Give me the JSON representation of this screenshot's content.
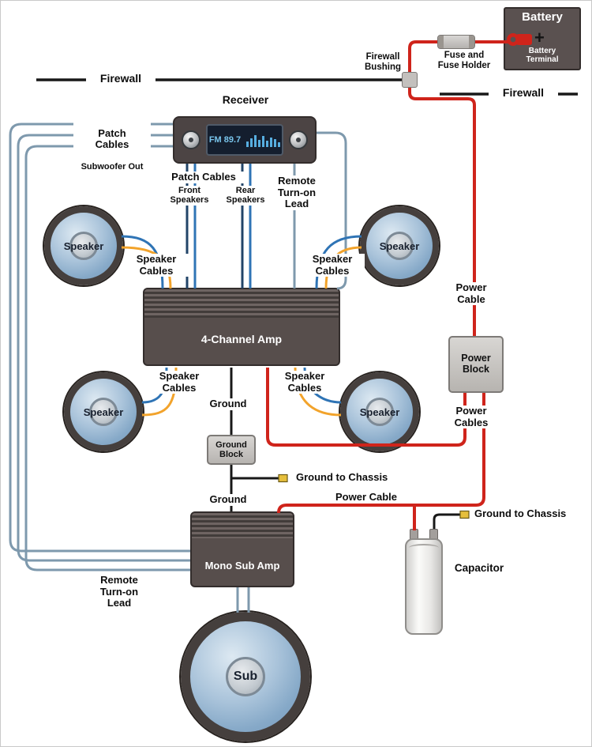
{
  "battery": {
    "label": "Battery",
    "terminal_label": "Battery\nTerminal",
    "plus_sign": "+"
  },
  "power_path": {
    "fuse_label": "Fuse and\nFuse Holder",
    "bushing_label": "Firewall\nBushing",
    "firewall_left": "Firewall",
    "firewall_right": "Firewall",
    "power_cable_right": "Power\nCable",
    "power_block": "Power\nBlock",
    "power_cables": "Power\nCables",
    "power_cable_bottom": "Power Cable"
  },
  "receiver": {
    "label": "Receiver",
    "display_text": "FM 89.7"
  },
  "cables": {
    "patch_left_title": "Patch\nCables",
    "patch_left_sub": "Subwoofer Out",
    "patch_bottom_title": "Patch Cables",
    "front_speakers": "Front\nSpeakers",
    "rear_speakers": "Rear\nSpeakers",
    "remote_top": "Remote\nTurn-on\nLead",
    "remote_bottom": "Remote\nTurn-on\nLead",
    "speaker_cables": "Speaker\nCables"
  },
  "components": {
    "speaker": "Speaker",
    "sub": "Sub",
    "amp4": "4-Channel Amp",
    "mono_amp": "Mono Sub Amp",
    "capacitor": "Capacitor"
  },
  "grounds": {
    "ground_upper": "Ground",
    "ground_block": "Ground\nBlock",
    "ground_lower": "Ground",
    "to_chassis_mid": "Ground to Chassis",
    "to_chassis_right": "Ground to Chassis"
  },
  "colors": {
    "power_wire": "#cf241b",
    "ground_wire": "#181818",
    "remote_patch_wire": "#7e99ad",
    "speaker_wire_blue": "#2f74b5",
    "speaker_wire_navy": "#224468",
    "speaker_wire_orange": "#f2a32b",
    "terminal_gold": "#e6bf3c",
    "battery_body": "#5a5150"
  }
}
